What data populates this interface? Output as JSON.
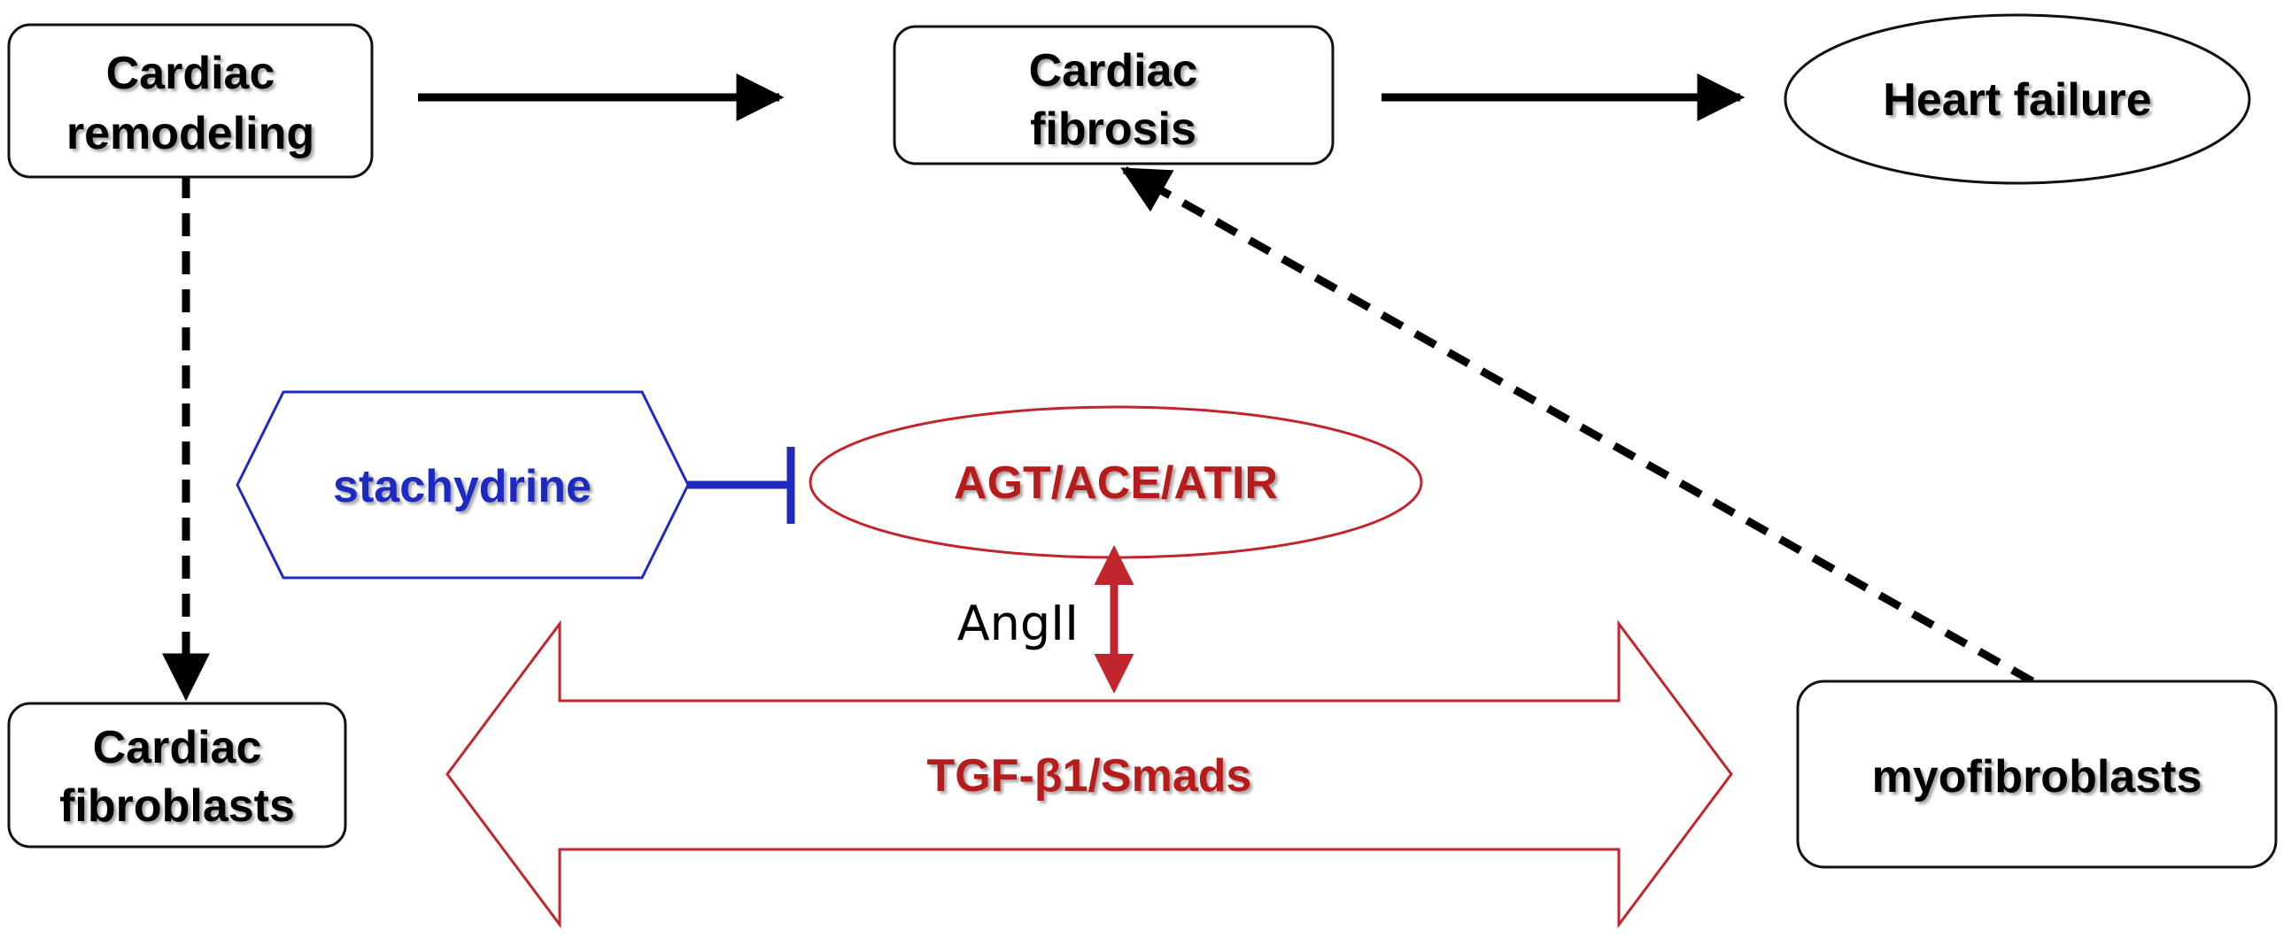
{
  "nodes": {
    "cardiac_remodeling": {
      "line1": "Cardiac",
      "line2": "remodeling"
    },
    "cardiac_fibrosis": {
      "line1": "Cardiac",
      "line2": "fibrosis"
    },
    "heart_failure": {
      "label": "Heart failure"
    },
    "stachydrine": {
      "label": "stachydrine"
    },
    "agt_ace_atir": {
      "label": "AGT/ACE/ATIR"
    },
    "angii": {
      "label": "AngII"
    },
    "cardiac_fibroblasts": {
      "line1": "Cardiac",
      "line2": "fibroblasts"
    },
    "tgf_smads": {
      "label": "TGF-β1/Smads"
    },
    "myofibroblasts": {
      "label": "myofibroblasts"
    }
  },
  "colors": {
    "black": "#000000",
    "red": "#b71c1c",
    "blue": "#1f2bbf",
    "node_stroke": "#111111",
    "red_stroke": "#c0262c",
    "blue_stroke": "#1f2bbf"
  }
}
